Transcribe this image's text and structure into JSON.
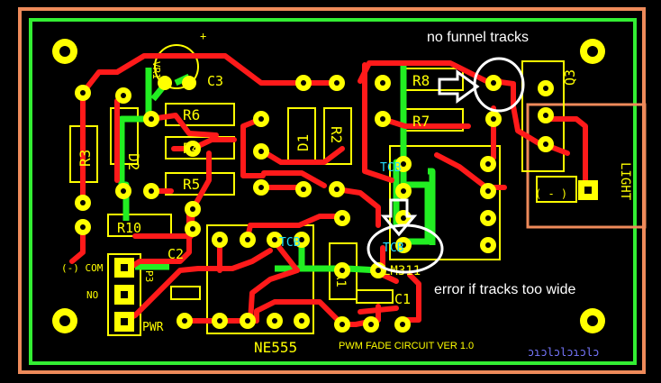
{
  "colors": {
    "background": "#000000",
    "outer_border": "#ee8a5a",
    "board_outline": "#33ee33",
    "silkscreen": "#ffff00",
    "top_copper": "#ff1a1a",
    "bottom_copper": "#22ee22",
    "annotation": "#ffffff",
    "net_label": "#22ddff",
    "mirrored_text": "#7777ff"
  },
  "components": {
    "r3": "R3",
    "d2": "D2",
    "r6": "R6",
    "r4": "R4",
    "r5": "R5",
    "d1": "D1",
    "r2": "R2",
    "r8": "R8",
    "r7": "R7",
    "r10": "R10",
    "c3": "C3",
    "c3_plus": "+",
    "q3": "Q3",
    "c2": "C2",
    "c1": "C1",
    "r1": "R1",
    "ne555": "NE555",
    "lm311": "LM311",
    "vr1": "VR1",
    "light": "LIGHT",
    "light_minus": "( - )",
    "pwr": "PWR",
    "com": "(-) COM",
    "no": "NO",
    "p3": "P3"
  },
  "net_labels": {
    "t1": "TCB",
    "t2": "TCB",
    "t3": "TCB"
  },
  "annotations": {
    "no_funnel": "no funnel tracks",
    "error_wide": "error if tracks too wide"
  },
  "board_title": "PWM FADE CIRCUIT VER 1.0",
  "mirrored_text": "ɔɿɔlɔlɔɿɔlɔ"
}
